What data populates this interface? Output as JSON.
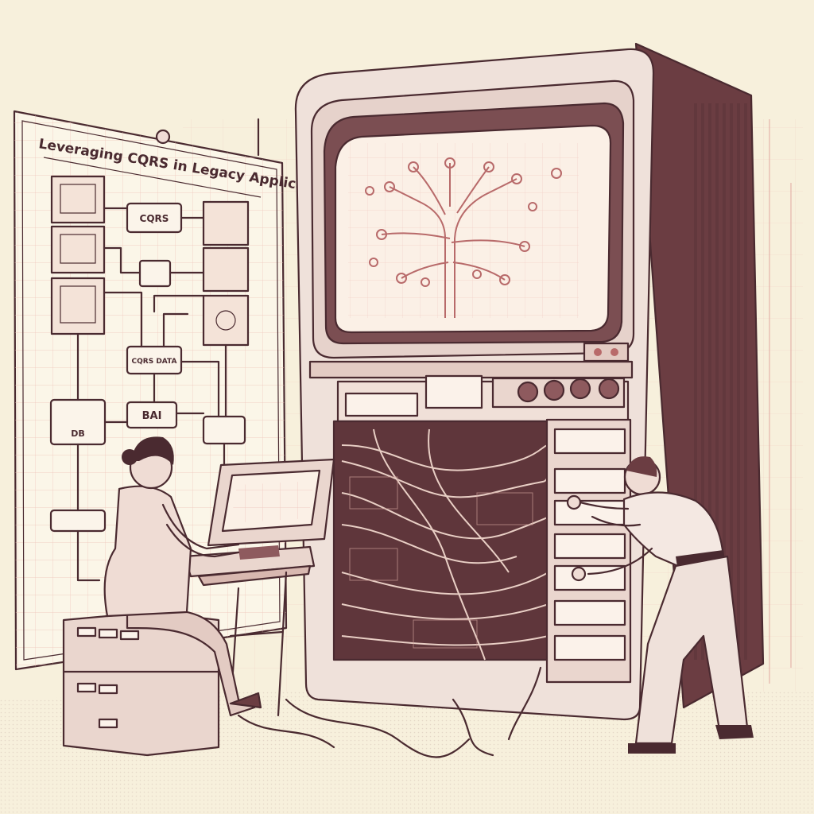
{
  "board": {
    "title": "Leveraging CQRS in Legacy Applications",
    "nodes": [
      {
        "label": "CQRS"
      },
      {
        "label": ""
      },
      {
        "label": "CQRS DATA"
      },
      {
        "label": "BAI"
      },
      {
        "label": "DB"
      }
    ]
  },
  "colors": {
    "paper": "#f7f0dc",
    "ink": "#4a2a30",
    "shade": "#e7c9c2",
    "accent": "#b86a6a"
  }
}
